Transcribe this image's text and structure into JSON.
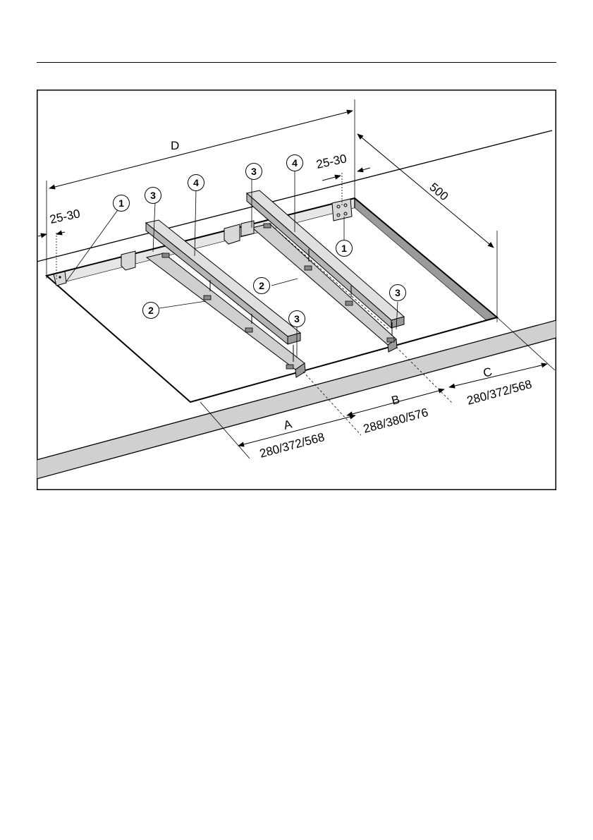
{
  "diagram": {
    "labels": {
      "D": "D",
      "gap_left": "25-30",
      "gap_right": "25-30",
      "depth": "500",
      "A": "A",
      "A_values": "280/372/568",
      "B": "B",
      "B_values": "288/380/576",
      "C": "C",
      "C_values": "280/372/568"
    },
    "callouts": [
      "1",
      "1",
      "2",
      "2",
      "3",
      "3",
      "3",
      "3",
      "4",
      "4"
    ],
    "colors": {
      "stroke": "#000000",
      "fill_grey": "#d0d0d0",
      "fill_light": "#e6e6e6",
      "fill_dark": "#9a9a9a",
      "background": "#ffffff"
    }
  }
}
